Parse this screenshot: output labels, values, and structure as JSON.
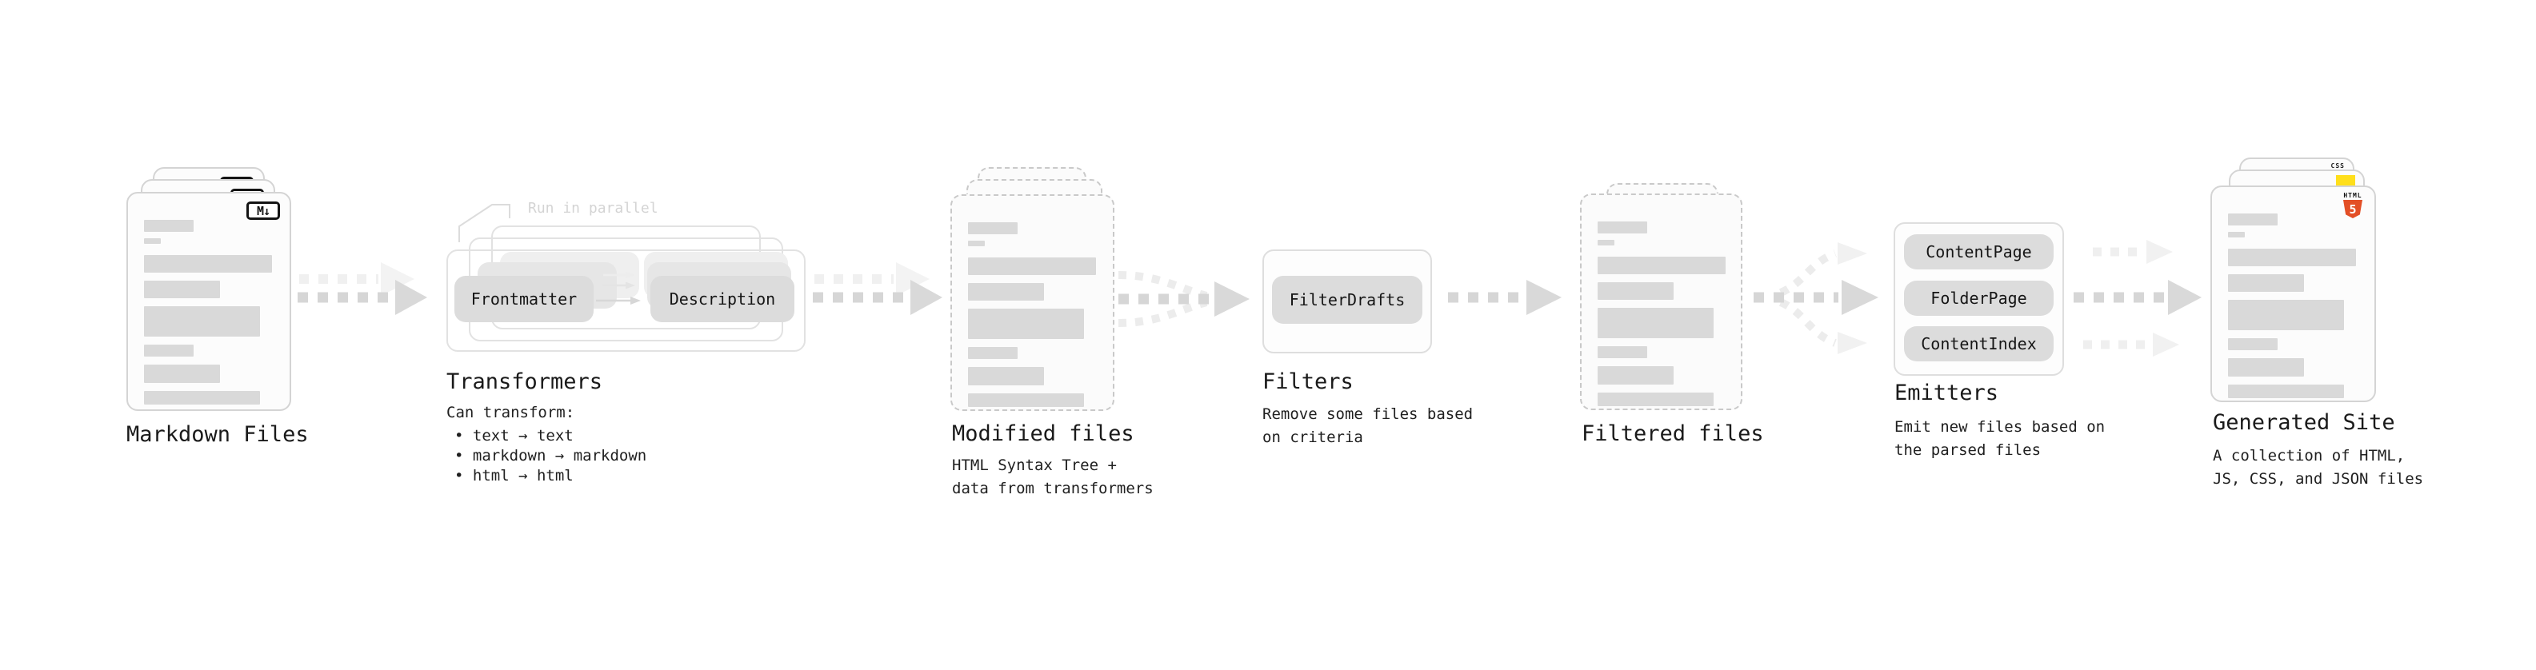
{
  "diagram": {
    "markdown_files": {
      "title": "Markdown Files",
      "badge": "M↓"
    },
    "transformers": {
      "annotation": "Run in parallel",
      "node_frontmatter": "Frontmatter",
      "node_description": "Description",
      "title": "Transformers",
      "subtitle": "Can transform:",
      "bullets": [
        "• text → text",
        "• markdown → markdown",
        "• html → html"
      ]
    },
    "modified_files": {
      "title": "Modified files",
      "subtitle": "HTML Syntax Tree +\ndata from transformers"
    },
    "filters": {
      "title": "Filters",
      "node": "FilterDrafts",
      "subtitle": "Remove some files based\non criteria"
    },
    "filtered_files": {
      "title": "Filtered files"
    },
    "emitters": {
      "title": "Emitters",
      "nodes": [
        "ContentPage",
        "FolderPage",
        "ContentIndex"
      ],
      "subtitle": "Emit new files based on\nthe parsed files"
    },
    "generated_site": {
      "title": "Generated Site",
      "subtitle": "A collection of HTML,\nJS, CSS, and JSON files",
      "badge_css": "CSS",
      "badge_html_label": "HTML",
      "badge_html_number": "5"
    }
  },
  "colors": {
    "accent_html5_orange": "#e34f26",
    "accent_js_yellow": "#ffdf1b",
    "accent_css_blue": "#2970e8",
    "node_fill": "#dcdcdc",
    "bar_fill": "#d9d9d9",
    "arrow_dark": "#d6d6d6",
    "arrow_light": "#efefef"
  }
}
